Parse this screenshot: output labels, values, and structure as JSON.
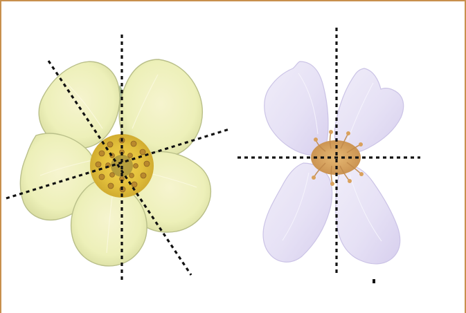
{
  "figure": {
    "left_flower": {
      "kind": "radial-symmetry",
      "petal_count": 5,
      "symmetry_axes": 3,
      "petal_color": "#eef0b8",
      "petal_edge_color": "#bfc48f",
      "center_color": "#d9b63b",
      "stamen_color": "#b6852c"
    },
    "right_flower": {
      "kind": "bilateral-symmetry",
      "petal_count": 4,
      "symmetry_axes": 2,
      "petal_color": "#e7e3f4",
      "petal_edge_color": "#c7bfe3",
      "center_color": "#d7a35f"
    },
    "border_color": "#c8904d",
    "axis_color": "#111111"
  }
}
